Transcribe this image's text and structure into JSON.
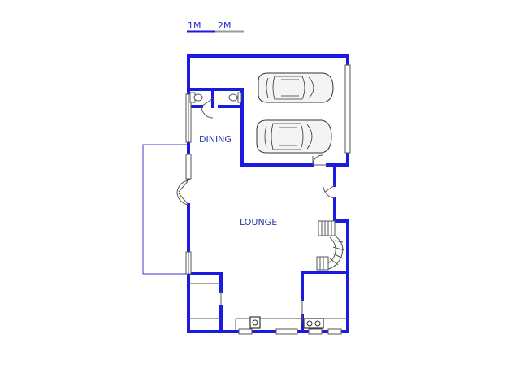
{
  "scale_bar": {
    "label_1": "1M",
    "label_2": "2M"
  },
  "rooms": {
    "dining": "DINING",
    "lounge": "LOUNGE"
  },
  "colors": {
    "wall": "#1a1ae0",
    "label": "#2a3aa8",
    "scale_grey": "#999999"
  }
}
